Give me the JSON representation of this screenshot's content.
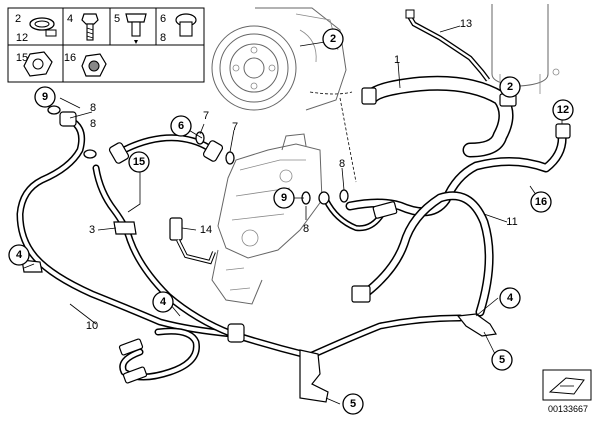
{
  "callouts": [
    {
      "label": "2"
    },
    {
      "label": "2"
    },
    {
      "label": "12"
    },
    {
      "label": "9"
    },
    {
      "label": "6"
    },
    {
      "label": "15"
    },
    {
      "label": "9"
    },
    {
      "label": "16"
    },
    {
      "label": "4"
    },
    {
      "label": "4"
    },
    {
      "label": "4"
    },
    {
      "label": "5"
    },
    {
      "label": "5"
    }
  ],
  "numbers": [
    {
      "label": "1"
    },
    {
      "label": "13"
    },
    {
      "label": "8"
    },
    {
      "label": "8"
    },
    {
      "label": "7"
    },
    {
      "label": "7"
    },
    {
      "label": "8"
    },
    {
      "label": "3"
    },
    {
      "label": "14"
    },
    {
      "label": "8"
    },
    {
      "label": "11"
    },
    {
      "label": "10"
    }
  ],
  "legend": {
    "cells": [
      {
        "label": "2"
      },
      {
        "label": "4"
      },
      {
        "label": "5"
      },
      {
        "label": "6"
      },
      {
        "label": "12"
      },
      {
        "label": "8"
      },
      {
        "label": "15"
      },
      {
        "label": "16"
      }
    ]
  },
  "reference_number": "00133667"
}
